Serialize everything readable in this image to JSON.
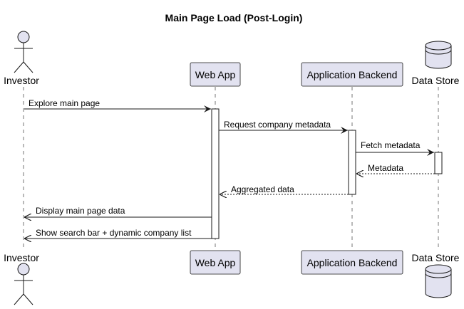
{
  "diagram": {
    "title": "Main Page Load (Post-Login)",
    "participants": [
      {
        "id": "investor",
        "name": "Investor",
        "kind": "actor"
      },
      {
        "id": "webapp",
        "name": "Web App",
        "kind": "participant"
      },
      {
        "id": "backend",
        "name": "Application Backend",
        "kind": "participant"
      },
      {
        "id": "datastore",
        "name": "Data Store",
        "kind": "database"
      }
    ],
    "messages": [
      {
        "from": "investor",
        "to": "webapp",
        "label": "Explore main page",
        "style": "solid"
      },
      {
        "from": "webapp",
        "to": "backend",
        "label": "Request company metadata",
        "style": "solid"
      },
      {
        "from": "backend",
        "to": "datastore",
        "label": "Fetch metadata",
        "style": "solid"
      },
      {
        "from": "datastore",
        "to": "backend",
        "label": "Metadata",
        "style": "dashed"
      },
      {
        "from": "backend",
        "to": "webapp",
        "label": "Aggregated data",
        "style": "dashed"
      },
      {
        "from": "webapp",
        "to": "investor",
        "label": "Display main page data",
        "style": "solid"
      },
      {
        "from": "webapp",
        "to": "investor",
        "label": "Show search bar + dynamic company list",
        "style": "solid"
      }
    ],
    "colors": {
      "participant_fill": "#E2E2F0",
      "participant_border": "#181818",
      "lifeline": "#181818",
      "activation_fill": "#FFFFFF"
    }
  }
}
